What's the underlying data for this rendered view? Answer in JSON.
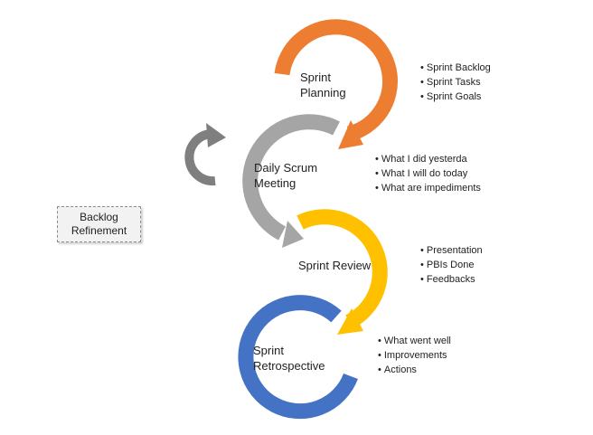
{
  "colors": {
    "planning": "#ED7D31",
    "daily": "#A5A5A5",
    "review": "#FFC000",
    "retro": "#4472C4",
    "loop": "#7F7F7F",
    "text": "#1f1f1f"
  },
  "stages": {
    "planning": {
      "label_line1": "Sprint",
      "label_line2": "Planning",
      "bullets": [
        "Sprint Backlog",
        "Sprint Tasks",
        "Sprint Goals"
      ]
    },
    "daily": {
      "label_line1": "Daily Scrum",
      "label_line2": "Meeting",
      "bullets": [
        "What I did yesterda",
        "What I will do today",
        "What are impediments"
      ]
    },
    "review": {
      "label": "Sprint Review",
      "bullets": [
        "Presentation",
        "PBIs Done",
        "Feedbacks"
      ]
    },
    "retro": {
      "label_line1": "Sprint",
      "label_line2": "Retrospective",
      "bullets": [
        "What went well",
        "Improvements",
        "Actions"
      ]
    }
  },
  "backlog": {
    "line1": "Backlog",
    "line2": "Refinement"
  }
}
